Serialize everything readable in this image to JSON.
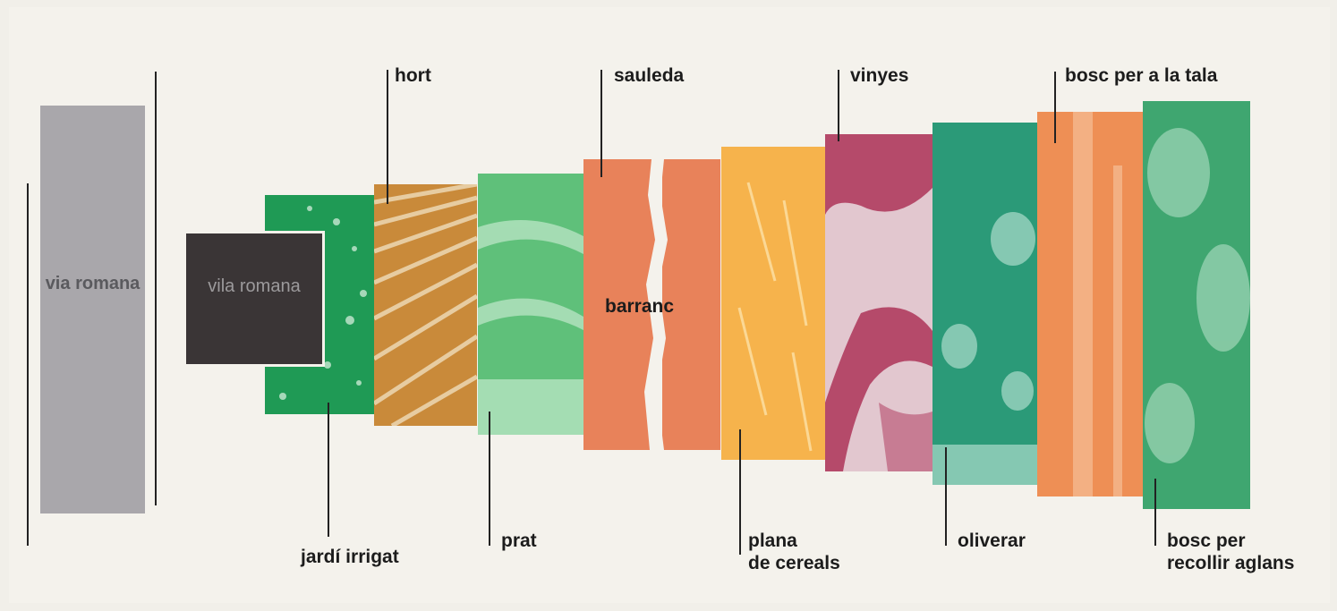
{
  "labels": {
    "via_romana": [
      "via",
      "romana"
    ],
    "vila_romana": [
      "vila",
      "romana"
    ],
    "jardi_irrigat": "jardí irrigat",
    "hort": "hort",
    "prat": "prat",
    "sauleda": "sauleda",
    "barranc": "barranc",
    "plana_de_cereals": [
      "plana",
      "de cereals"
    ],
    "vinyes": "vinyes",
    "oliverar": "oliverar",
    "bosc_per_a_la_tala": "bosc per a la tala",
    "bosc_per_recollir_aglans": [
      "bosc per",
      "recollir aglans"
    ]
  },
  "colors": {
    "via_romana": "#a9a7ab",
    "vila_romana": "#3a3536",
    "jardi_irrigat": "#1f9a55",
    "hort": "#c98a3a",
    "prat": "#5fc07a",
    "sauleda": "#e8825a",
    "plana_de_cereals": "#f6b34c",
    "vinyes": "#b54a6a",
    "oliverar": "#2b9a78",
    "bosc_per_a_la_tala": "#ee8f55",
    "bosc_per_recollir_aglans": "#3fa670"
  }
}
